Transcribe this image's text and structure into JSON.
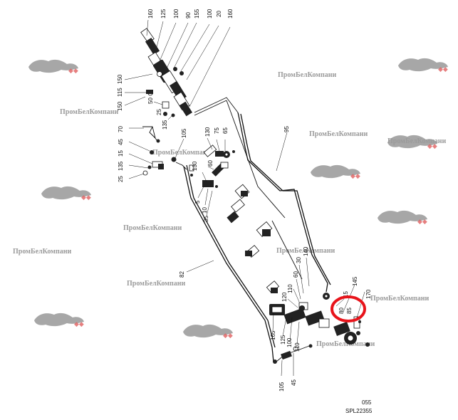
{
  "watermark_text": "ПромБелКомпани",
  "codes": {
    "line1": "055",
    "line2": "SPL22355"
  },
  "highlight_color": "#e8141b",
  "part_labels": {
    "p160a": "160",
    "p125a": "125",
    "p100a": "100",
    "p90": "90",
    "p155": "155",
    "p100b": "100",
    "p20": "20",
    "p160b": "160",
    "p150a": "150",
    "p115": "115",
    "p150b": "150",
    "p50": "50",
    "p25a": "25",
    "p135a": "135",
    "p70": "70",
    "p45a": "45",
    "p15": "15",
    "p135b": "135",
    "p25b": "25",
    "p105a": "105",
    "p130a": "130",
    "p75": "75",
    "p65": "65",
    "p60a": "60",
    "p130b": "130",
    "p5": "5",
    "p10": "10",
    "p35": "35",
    "p95": "95",
    "p82": "82",
    "p140": "140",
    "p30": "30",
    "p60b": "60",
    "p110a": "110",
    "p120": "120",
    "p165": "165",
    "p125b": "125",
    "p100c": "100",
    "p110b": "110",
    "p80": "80",
    "p85": "85",
    "p15b": "15",
    "p145": "145",
    "p170": "170",
    "p105b": "105",
    "p45b": "45"
  }
}
